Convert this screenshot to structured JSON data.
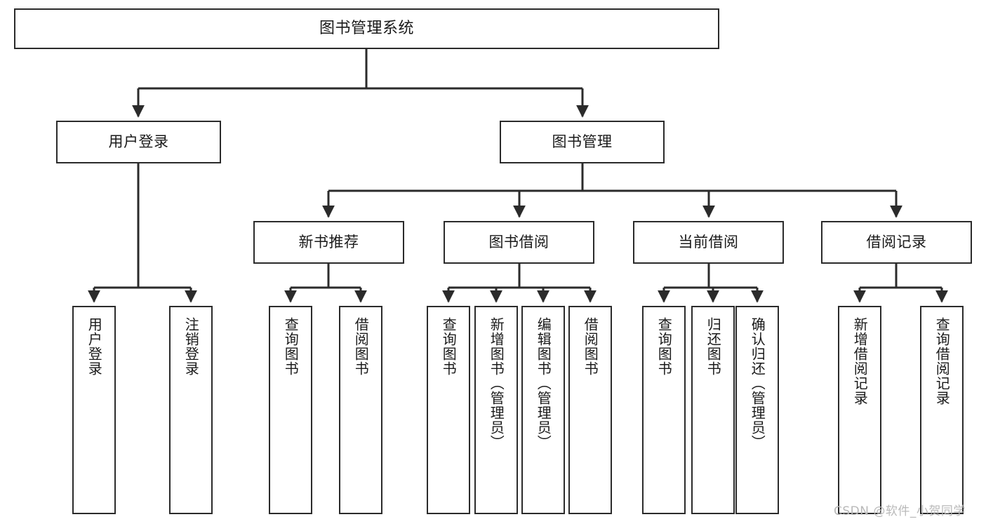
{
  "diagram": {
    "type": "tree",
    "title": "图书管理系统",
    "orientation": "top-down",
    "colors": {
      "stroke": "#2b2b2b",
      "fill": "#ffffff",
      "text": "#1a1a1a",
      "watermark": "#b9b9b9"
    },
    "nodes": {
      "root": {
        "label": "图书管理系统",
        "level": 1
      },
      "user_login": {
        "label": "用户登录",
        "level": 2
      },
      "book_manage": {
        "label": "图书管理",
        "level": 2
      },
      "new_book_rec": {
        "label": "新书推荐",
        "level": 3
      },
      "book_borrow": {
        "label": "图书借阅",
        "level": 3
      },
      "current_borrow": {
        "label": "当前借阅",
        "level": 3
      },
      "borrow_record": {
        "label": "借阅记录",
        "level": 3
      },
      "leaf_user_login": {
        "label": "用户登录",
        "level": 4
      },
      "leaf_logout": {
        "label": "注销登录",
        "level": 4
      },
      "leaf_query_book_a": {
        "label": "查询图书",
        "level": 4
      },
      "leaf_borrow_book_a": {
        "label": "借阅图书",
        "level": 4
      },
      "leaf_query_book_b": {
        "label": "查询图书",
        "level": 4
      },
      "leaf_add_book": {
        "label": "新增图书（管理员）",
        "level": 4
      },
      "leaf_edit_book": {
        "label": "编辑图书（管理员）",
        "level": 4
      },
      "leaf_borrow_book_b": {
        "label": "借阅图书",
        "level": 4
      },
      "leaf_query_book_c": {
        "label": "查询图书",
        "level": 4
      },
      "leaf_return_book": {
        "label": "归还图书",
        "level": 4
      },
      "leaf_confirm_return": {
        "label": "确认归还（管理员）",
        "level": 4
      },
      "leaf_add_record": {
        "label": "新增借阅记录",
        "level": 4
      },
      "leaf_query_record": {
        "label": "查询借阅记录",
        "level": 4
      }
    },
    "edges": [
      {
        "from": "root",
        "to": "user_login"
      },
      {
        "from": "root",
        "to": "book_manage"
      },
      {
        "from": "book_manage",
        "to": "new_book_rec"
      },
      {
        "from": "book_manage",
        "to": "book_borrow"
      },
      {
        "from": "book_manage",
        "to": "current_borrow"
      },
      {
        "from": "book_manage",
        "to": "borrow_record"
      },
      {
        "from": "user_login",
        "to": "leaf_user_login"
      },
      {
        "from": "user_login",
        "to": "leaf_logout"
      },
      {
        "from": "new_book_rec",
        "to": "leaf_query_book_a"
      },
      {
        "from": "new_book_rec",
        "to": "leaf_borrow_book_a"
      },
      {
        "from": "book_borrow",
        "to": "leaf_query_book_b"
      },
      {
        "from": "book_borrow",
        "to": "leaf_add_book"
      },
      {
        "from": "book_borrow",
        "to": "leaf_edit_book"
      },
      {
        "from": "book_borrow",
        "to": "leaf_borrow_book_b"
      },
      {
        "from": "current_borrow",
        "to": "leaf_query_book_c"
      },
      {
        "from": "current_borrow",
        "to": "leaf_return_book"
      },
      {
        "from": "current_borrow",
        "to": "leaf_confirm_return"
      },
      {
        "from": "borrow_record",
        "to": "leaf_add_record"
      },
      {
        "from": "borrow_record",
        "to": "leaf_query_record"
      }
    ]
  },
  "watermark": {
    "text": "CSDN @软件_小贺同学"
  }
}
